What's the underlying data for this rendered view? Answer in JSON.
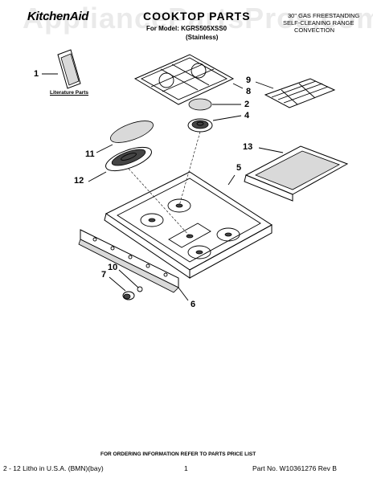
{
  "header": {
    "brand": "KitchenAid",
    "title": "COOKTOP PARTS",
    "model_line": "For Model: KGRS505XSS0",
    "color_line": "(Stainless)",
    "right_lines": [
      "30\" GAS FREESTANDING",
      "SELF-CLEANING RANGE",
      "CONVECTION"
    ]
  },
  "watermark": "AppliancePartsPros.com",
  "literature_label": "Literature Parts",
  "callouts": [
    "1",
    "2",
    "4",
    "5",
    "6",
    "7",
    "8",
    "9",
    "10",
    "11",
    "12",
    "13"
  ],
  "footer": {
    "order_info": "FOR ORDERING INFORMATION REFER TO PARTS PRICE LIST",
    "left": "2 - 12 Litho in U.S.A. (BMN)(bay)",
    "page": "1",
    "right": "Part No. W10361276 Rev B"
  }
}
